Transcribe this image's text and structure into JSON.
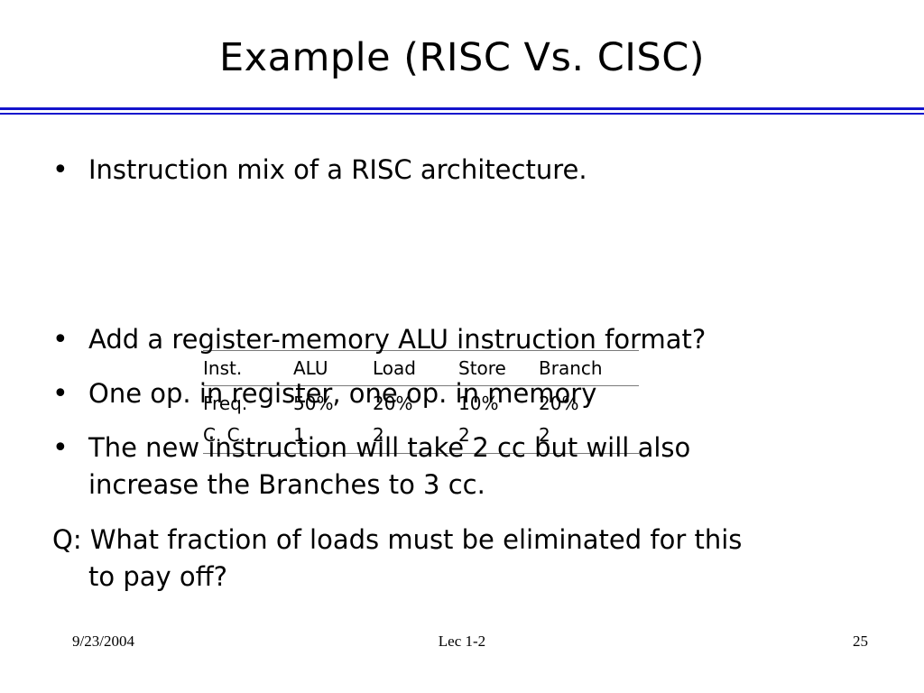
{
  "slide": {
    "title": "Example (RISC Vs. CISC)",
    "accent_color": "#1414CC",
    "background_color": "#FFFFFF",
    "text_color": "#000000",
    "rule_color": "#7A7A7A"
  },
  "bullets": [
    {
      "marker": "•",
      "text": "Instruction mix of a RISC architecture."
    },
    {
      "marker": "•",
      "text": "Add a register-memory ALU instruction format?"
    },
    {
      "marker": "•",
      "text": "One op. in register, one op. in memory"
    },
    {
      "marker": "•",
      "line1": "The new instruction will take 2 cc but will also",
      "line2": "increase the Branches to 3 cc."
    }
  ],
  "question": {
    "line1": "Q: What fraction of loads must be eliminated for this",
    "line2": "to pay off?"
  },
  "table": {
    "headers": [
      "Inst.",
      "ALU",
      "Load",
      "Store",
      "Branch"
    ],
    "rows": [
      {
        "label": "Freq.",
        "values": [
          "50%",
          "20%",
          "10%",
          "20%"
        ]
      },
      {
        "label": "C. C.",
        "values": [
          "1",
          "2",
          "2",
          "2"
        ]
      }
    ]
  },
  "footer": {
    "date": "9/23/2004",
    "lecture": "Lec 1-2",
    "page": "25"
  }
}
